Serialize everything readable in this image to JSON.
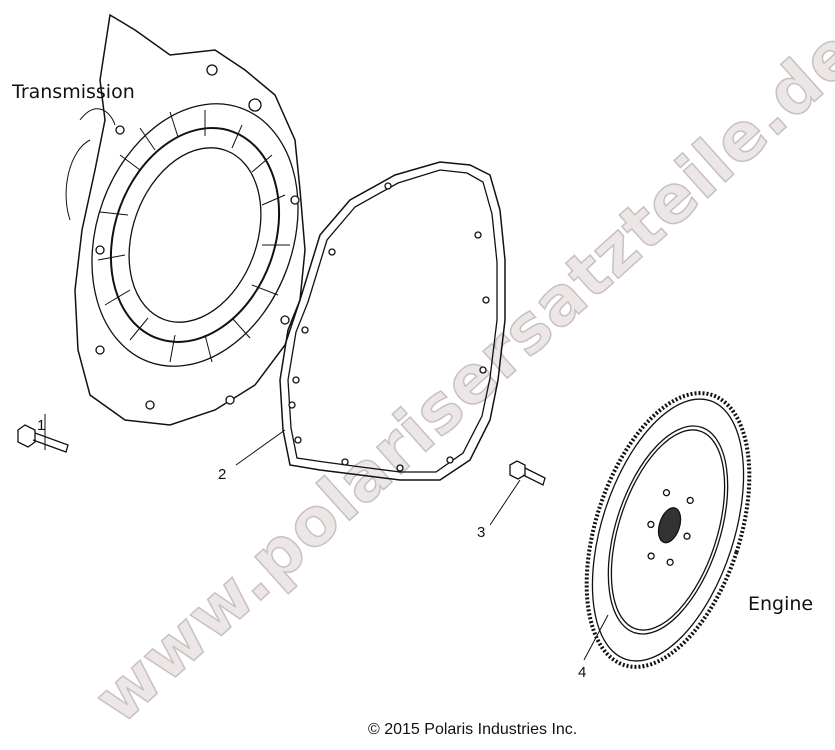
{
  "labels": {
    "transmission": "Transmission",
    "engine": "Engine"
  },
  "callouts": [
    "1",
    "2",
    "3",
    "4"
  ],
  "parts": [
    {
      "ref": "1",
      "name": "bolt-icon"
    },
    {
      "ref": "2",
      "name": "gasket-icon"
    },
    {
      "ref": "3",
      "name": "bolt-icon"
    },
    {
      "ref": "4",
      "name": "flywheel-icon"
    }
  ],
  "copyright": "© 2015 Polaris Industries Inc.",
  "watermark": "www.polarisersatzteile.de",
  "colors": {
    "line": "#111111",
    "watermark": "#c9c0c0"
  }
}
